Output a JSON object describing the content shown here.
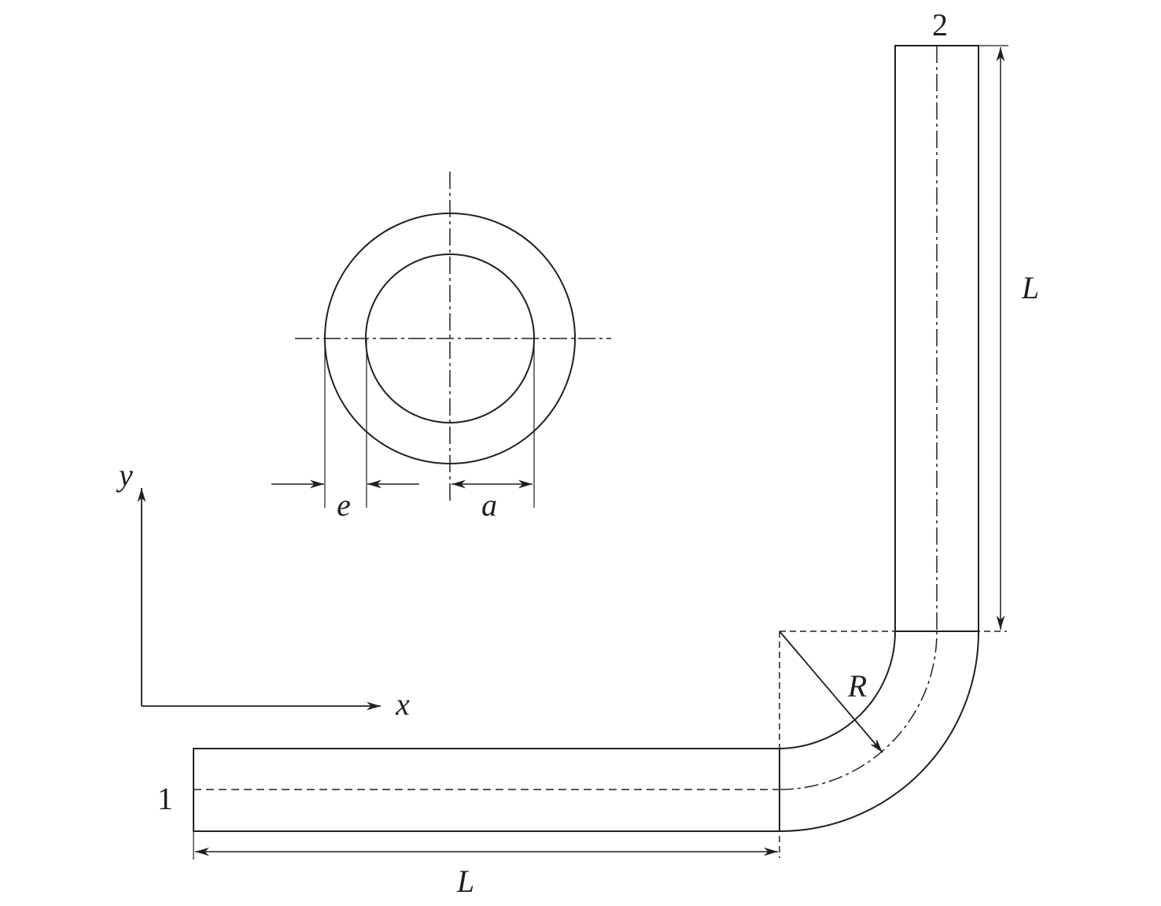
{
  "labels": {
    "end1": "1",
    "end2": "2",
    "length_bottom": "L",
    "length_right": "L",
    "radius": "R",
    "axis_x": "x",
    "axis_y": "y",
    "eccentricity": "e",
    "inner_radius": "a"
  },
  "colors": {
    "stroke": "#231f20",
    "background": "#ffffff"
  }
}
